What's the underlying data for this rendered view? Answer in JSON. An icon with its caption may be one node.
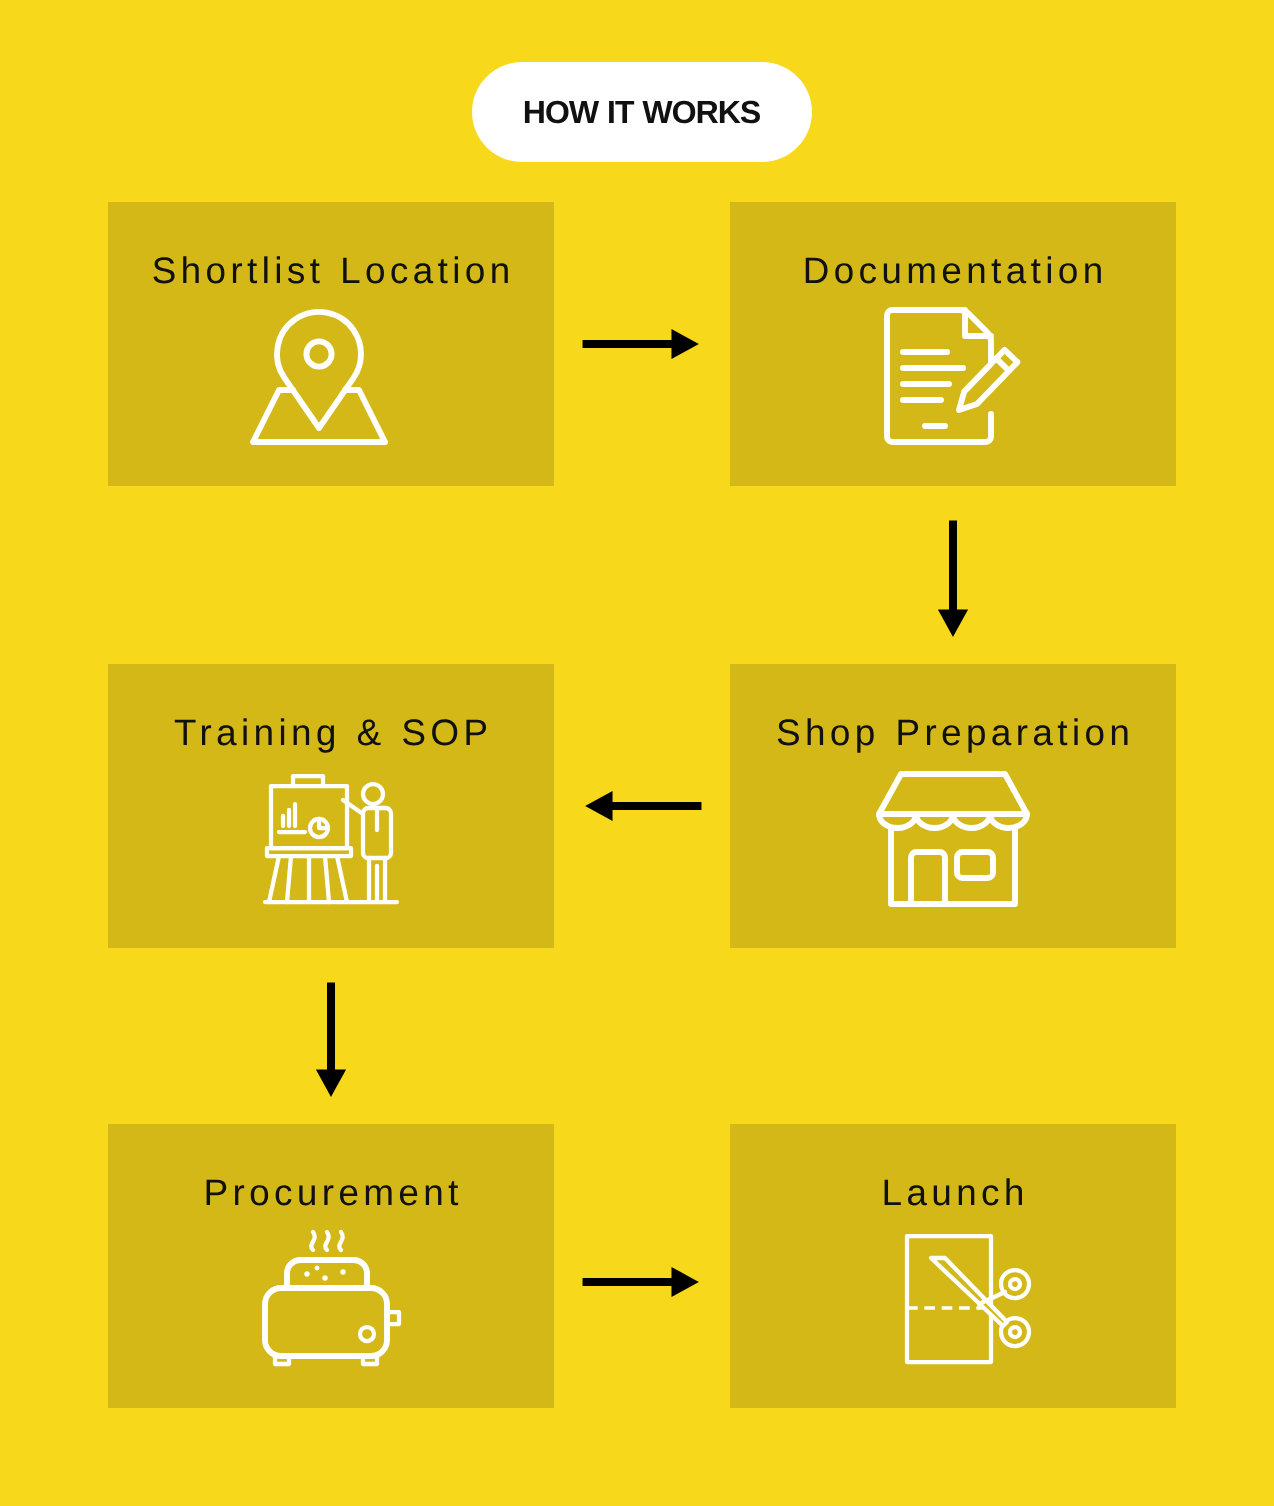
{
  "diagram": {
    "title": "HOW IT WORKS",
    "nodes": [
      {
        "text": [
          "Shortlist Location"
        ]
      },
      {
        "text": [
          "Documentation"
        ]
      },
      {
        "text": [
          "Training & SOP"
        ]
      },
      {
        "text": [
          "Shop Preparation"
        ]
      },
      {
        "text": [
          "Procurement"
        ]
      },
      {
        "text": [
          "Launch"
        ]
      }
    ],
    "edges": [
      {
        "from": 0,
        "to": 1,
        "arrow": "to"
      },
      {
        "from": 1,
        "to": 3,
        "arrow": "to"
      },
      {
        "from": 3,
        "to": 2,
        "arrow": "to"
      },
      {
        "from": 2,
        "to": 4,
        "arrow": "to"
      },
      {
        "from": 4,
        "to": 5,
        "arrow": "to"
      }
    ]
  }
}
